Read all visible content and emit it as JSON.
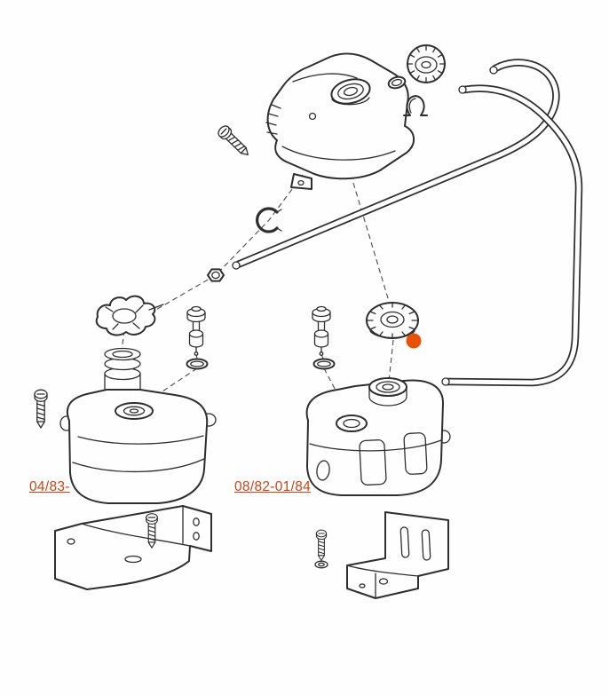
{
  "page": {
    "background_color": "#fefefe"
  },
  "diagram": {
    "name": "coolant-expansion-tank-exploded-parts-diagram",
    "line_color": "#2e2e2e",
    "labels": {
      "left": {
        "text": "04/83-",
        "color": "#cc4411"
      },
      "right": {
        "text": "08/82-01/84",
        "color": "#cc4411"
      }
    },
    "marker": {
      "color": "#e85108"
    },
    "parts": [
      "upper-expansion-tank",
      "knurled-filler-cap",
      "seal-ring",
      "hose-clamp",
      "screw-upper",
      "retaining-clip",
      "nut",
      "hose-long",
      "hose-short",
      "cap-left",
      "level-sensor-left",
      "o-ring-left",
      "expansion-tank-left",
      "screw-left",
      "mounting-bracket-left",
      "bracket-screw-left",
      "level-sensor-right",
      "o-ring-right",
      "filler-cap-right",
      "expansion-tank-right",
      "mounting-bracket-right",
      "bracket-screw-right",
      "washer-right"
    ]
  }
}
